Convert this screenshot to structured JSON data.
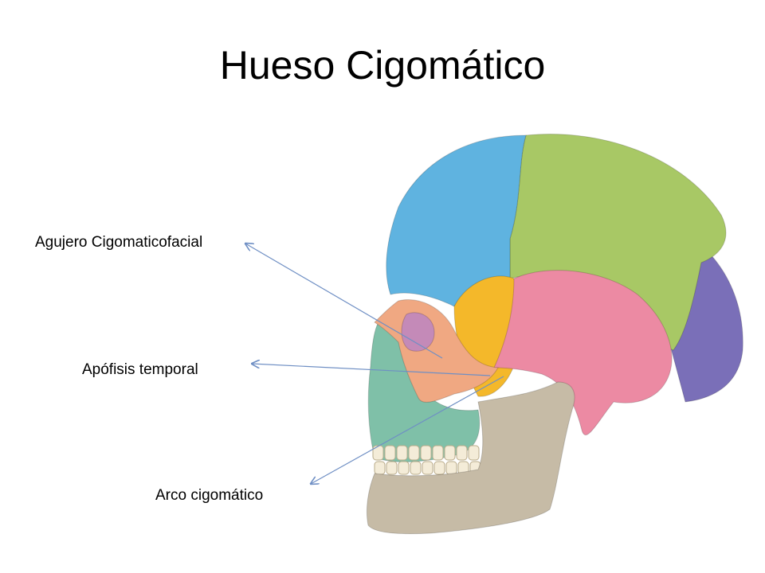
{
  "slide": {
    "title": "Hueso Cigomático"
  },
  "labels": {
    "foramen": "Agujero Cigomaticofacial",
    "temporal_process": "Apófisis temporal",
    "zygomatic_arch": "Arco cigomático"
  },
  "colors": {
    "frontal": "#5fb3e0",
    "parietal": "#a8c865",
    "occipital": "#7a6fb8",
    "sphenoid": "#f4b82a",
    "temporal": "#ec8aa3",
    "zygomatic": "#f0a882",
    "maxilla": "#7fc0a8",
    "mandible": "#c6bba6",
    "orbit": "#c48ab8",
    "arrow": "#6f8fc4"
  }
}
